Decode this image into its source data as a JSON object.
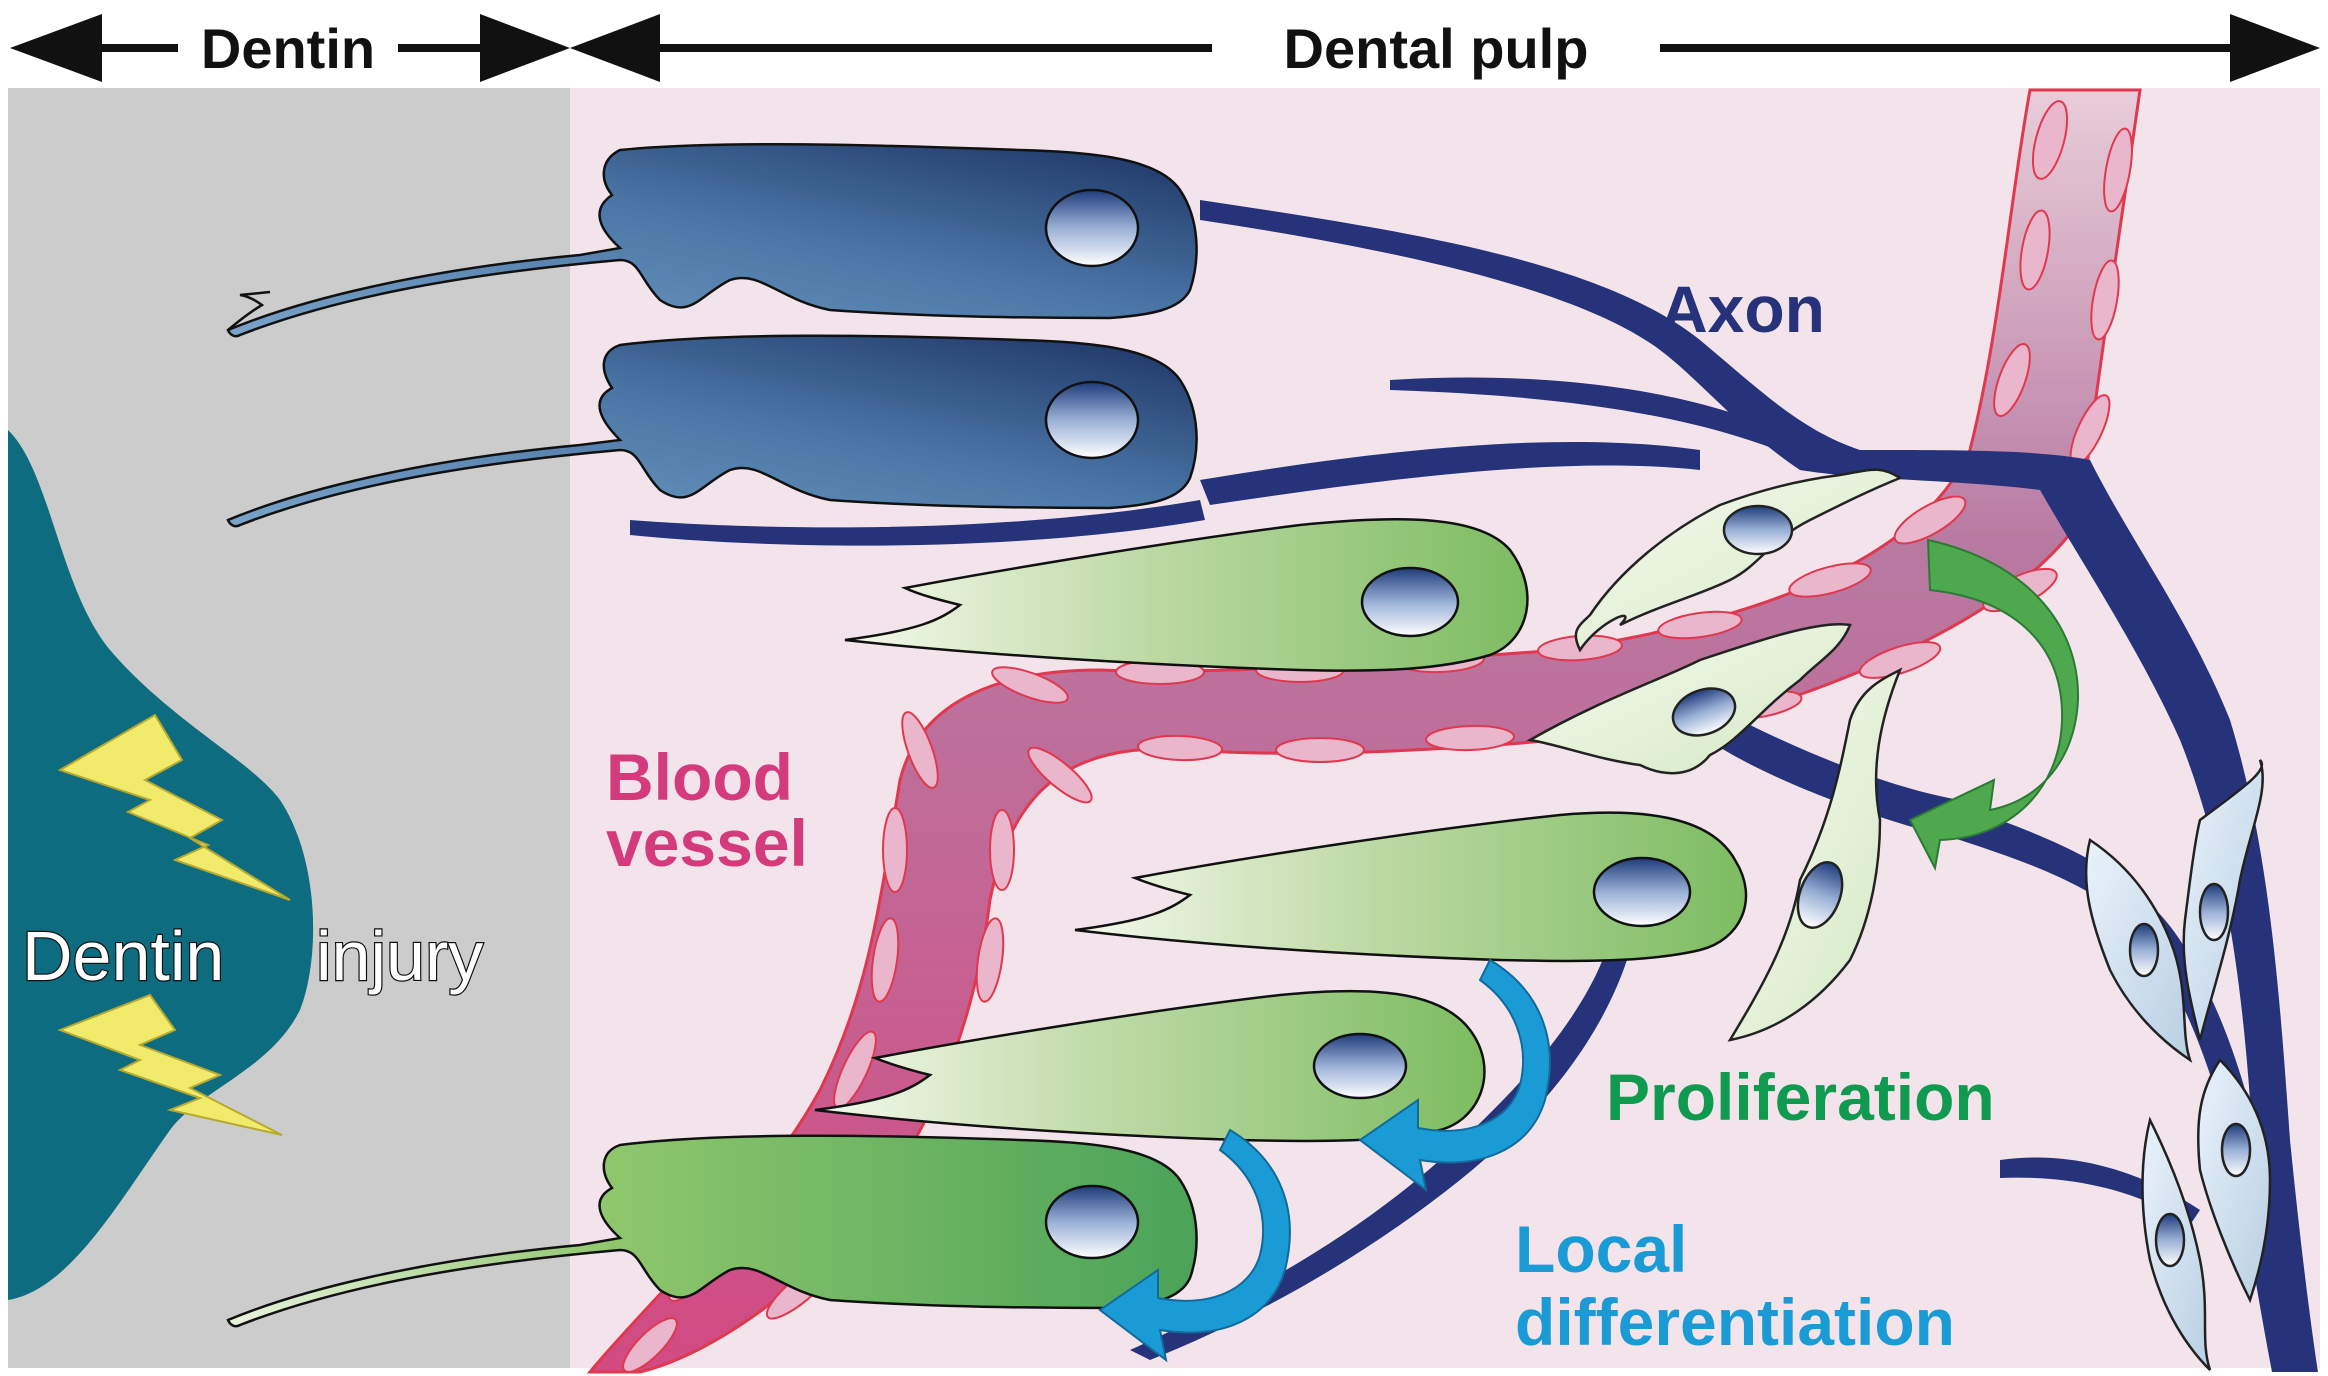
{
  "header": {
    "dentin_label": "Dentin",
    "pulp_label": "Dental pulp"
  },
  "labels": {
    "axon": "Axon",
    "blood_vessel_line1": "Blood",
    "blood_vessel_line2": "vessel",
    "dentin_injury_line1": "Dentin",
    "dentin_injury_line2": "injury",
    "proliferation": "Proliferation",
    "local_differentiation_line1": "Local",
    "local_differentiation_line2": "differentiation"
  },
  "colors": {
    "dentin_bg": "#cccccc",
    "pulp_bg": "#f2e4ea",
    "injury": "#0d6c80",
    "lightning": "#f0eb6b",
    "axon": "#26327a",
    "vessel": "#d05085",
    "vessel_edge": "#e0384e",
    "odontoblast": "#3e6496",
    "green_cell": "#7ab862",
    "proliferation_arrow": "#4ea84e",
    "differentiation_arrow": "#1a9bd6",
    "text_axon": "#26327a",
    "text_vessel": "#d43b7c",
    "text_proliferation": "#0f9a50",
    "text_differentiation": "#1a9bd6"
  }
}
